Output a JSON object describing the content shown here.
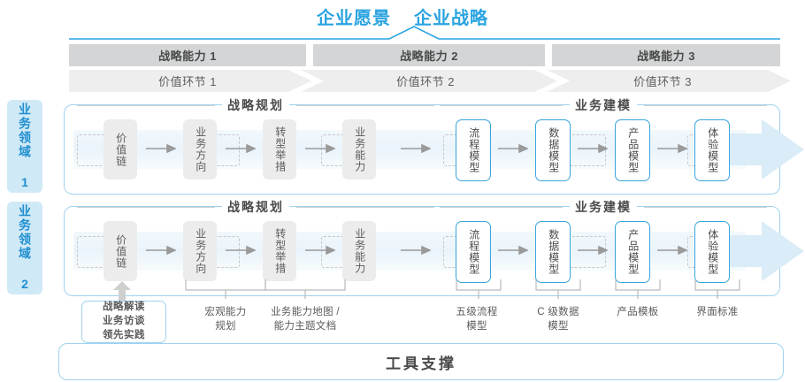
{
  "header": {
    "titles": [
      "企业愿景",
      "企业战略"
    ],
    "title_color": "#29a3e0"
  },
  "capability_band": {
    "items": [
      {
        "label": "战略能力 1"
      },
      {
        "label": "战略能力 2"
      },
      {
        "label": "战略能力 3"
      }
    ],
    "bg_color": "#d3d5d6"
  },
  "value_chain_band": {
    "items": [
      {
        "label": "价值环节 1"
      },
      {
        "label": "价值环节 2"
      },
      {
        "label": "价值环节 3"
      }
    ],
    "bg_color": "#eeeeee"
  },
  "sidebar": {
    "items": [
      {
        "label": "业务领域 1"
      },
      {
        "label": "业务领域 2"
      }
    ],
    "bg_color": "#cfe9f7",
    "text_color": "#1f8fd0"
  },
  "rows": [
    {
      "section_planning": "战略规划",
      "section_modeling": "业务建模",
      "planning_nodes": [
        "价值链",
        "业务方向",
        "转型举措",
        "业务能力"
      ],
      "modeling_nodes": [
        "流程模型",
        "数据模型",
        "产品模型",
        "体验模型"
      ]
    },
    {
      "section_planning": "战略规划",
      "section_modeling": "业务建模",
      "planning_nodes": [
        "价值链",
        "业务方向",
        "转型举措",
        "业务能力"
      ],
      "modeling_nodes": [
        "流程模型",
        "数据模型",
        "产品模型",
        "体验模型"
      ]
    }
  ],
  "annotations": {
    "tool_box_lines": [
      "战略解读",
      "业务访谈",
      "领先实践"
    ],
    "items": [
      {
        "lines": [
          "宏观能力",
          "规划"
        ]
      },
      {
        "lines": [
          "业务能力地图 /",
          "能力主题文档"
        ]
      },
      {
        "lines": [
          "五级流程",
          "模型"
        ]
      },
      {
        "lines": [
          "C 级数据",
          "模型"
        ]
      },
      {
        "lines": [
          "产品模板"
        ]
      },
      {
        "lines": [
          "界面标准"
        ]
      }
    ]
  },
  "support_bar": {
    "label": "工具支撑"
  },
  "colors": {
    "accent_blue": "#39a5dd",
    "border_blue": "#9fd3ef",
    "node_gray": "#ececec",
    "track_blue": "#eaf4fb"
  }
}
